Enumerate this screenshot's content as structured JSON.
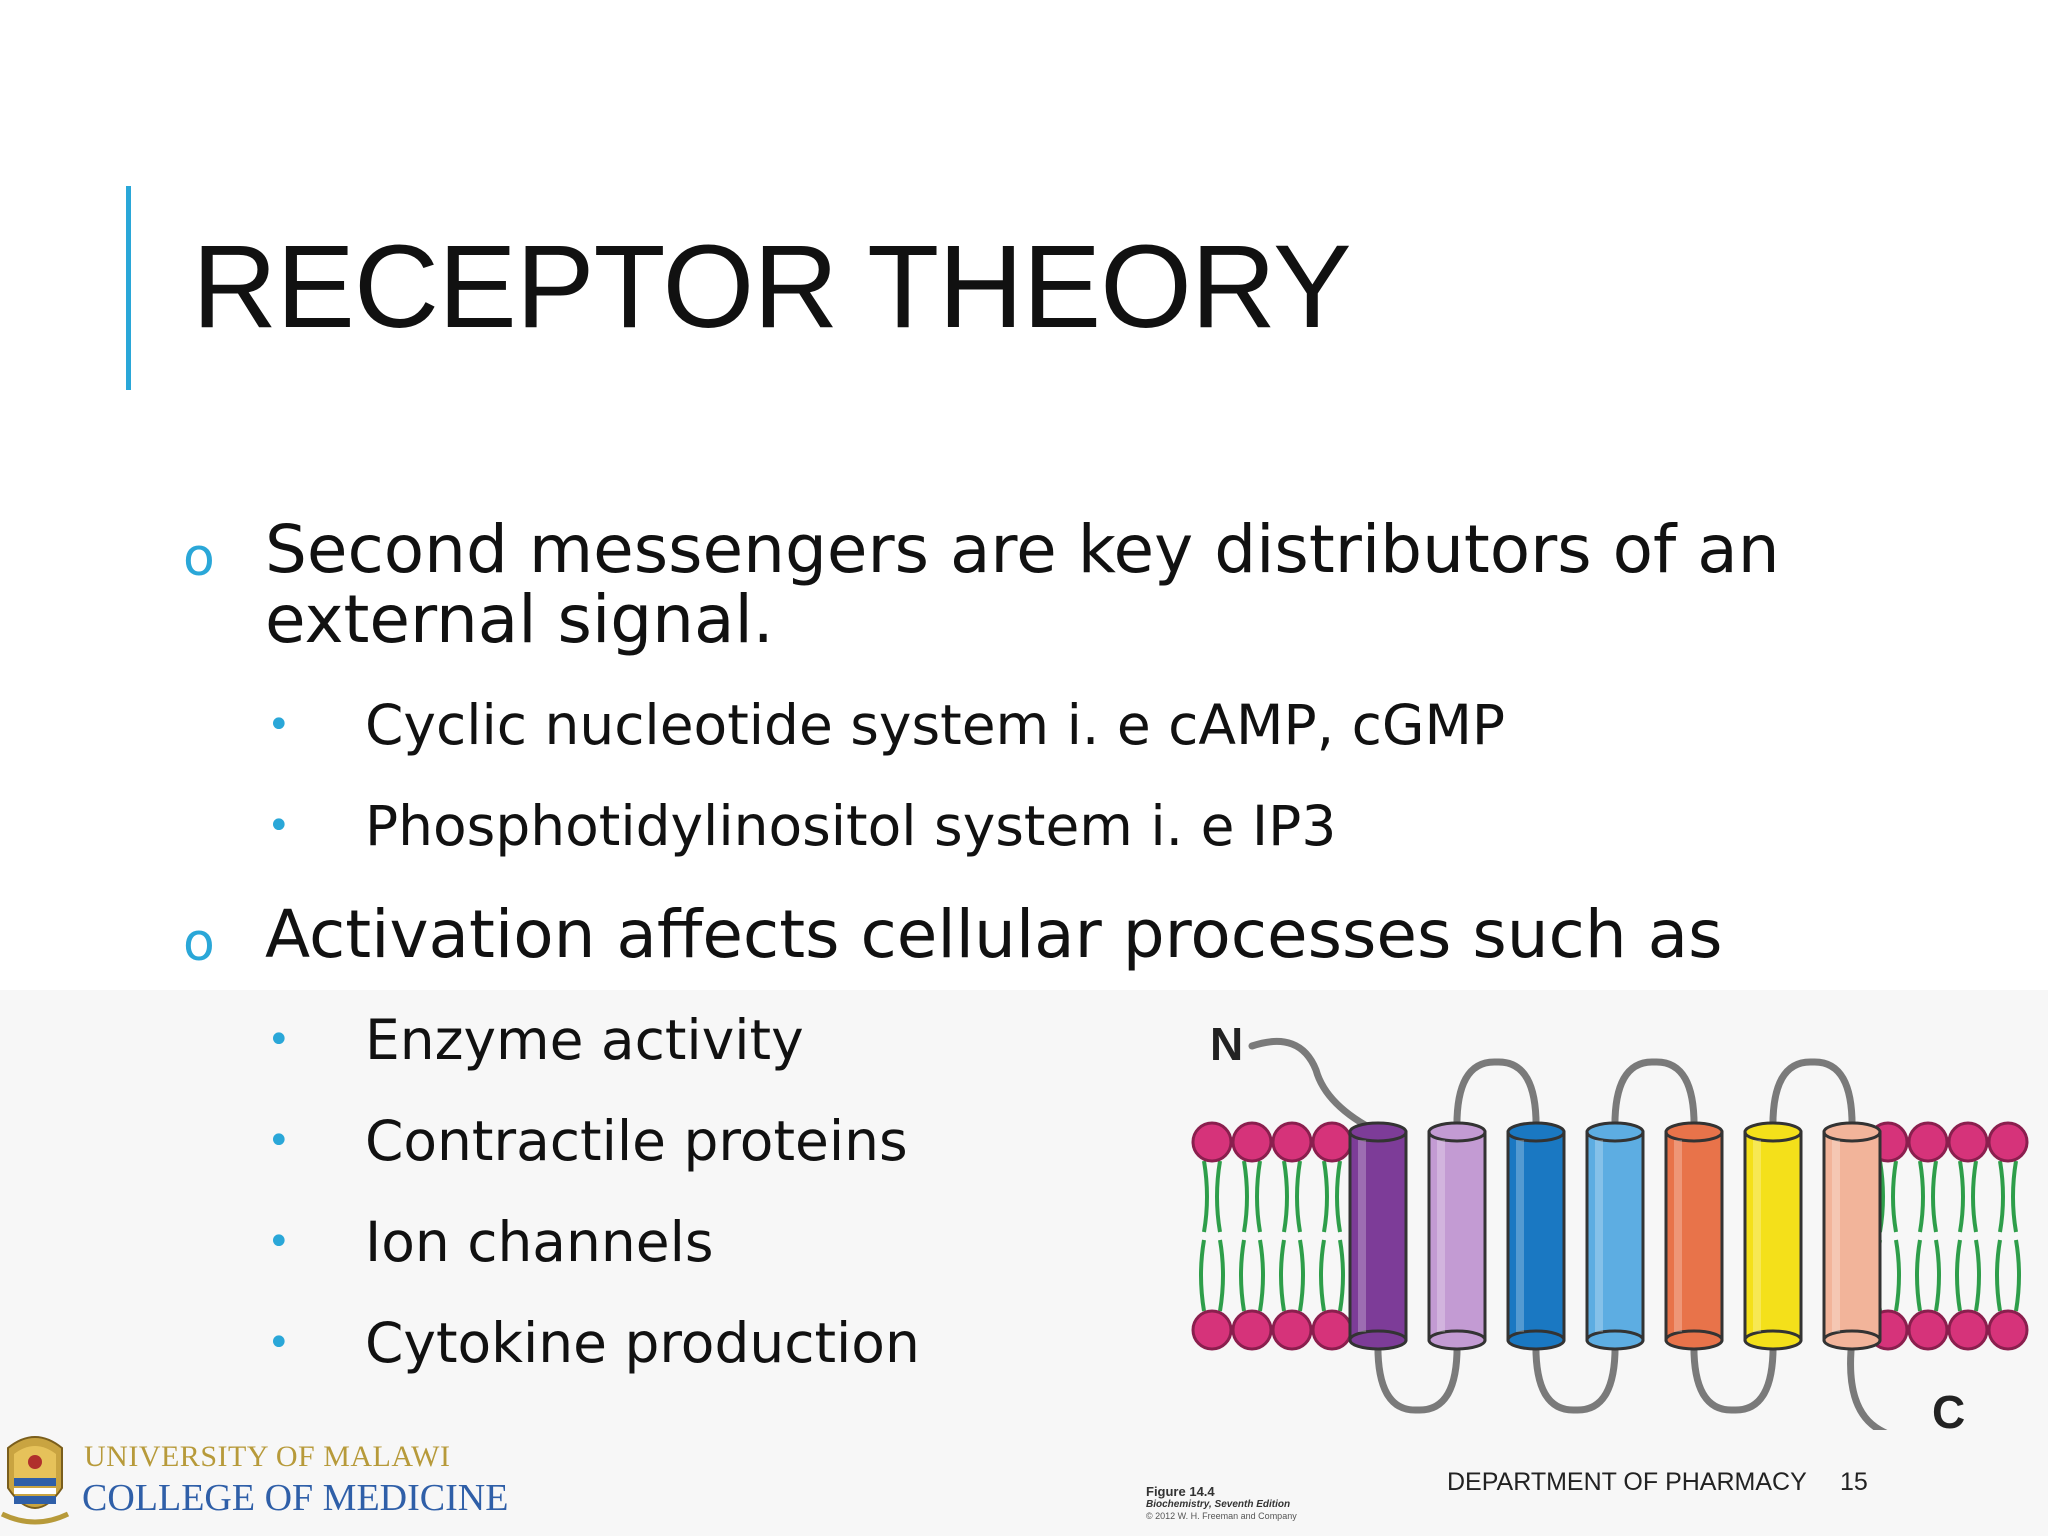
{
  "slide": {
    "title": "RECEPTOR THEORY",
    "bullets": [
      {
        "text_line1": "Second messengers are key distributors of an",
        "text_line2": "external signal."
      },
      {
        "text": "Cyclic nucleotide system i. e cAMP, cGMP"
      },
      {
        "text": "Phosphotidylinositol system i. e IP3"
      },
      {
        "text": "Activation affects cellular processes such as"
      },
      {
        "text": "Enzyme activity"
      },
      {
        "text": "Contractile proteins"
      },
      {
        "text": "Ion channels"
      },
      {
        "text": "Cytokine production"
      }
    ],
    "markers": {
      "level1": "o",
      "level2": "•"
    }
  },
  "figure": {
    "n_label": "N",
    "c_label": "C",
    "caption_title": "Figure 14.4",
    "caption_book": "Biochemistry, Seventh Edition",
    "caption_copyright": "© 2012 W. H. Freeman and Company",
    "helix_colors": [
      "#7d3c98",
      "#c39bd3",
      "#1a78c2",
      "#5dade2",
      "#e8734a",
      "#f4e01a",
      "#f2b49a"
    ],
    "head_color": "#d6337a",
    "tail_color": "#2e9e4a"
  },
  "footer": {
    "department": "DEPARTMENT OF PHARMACY",
    "page_number": "15"
  },
  "logo": {
    "line1": "UNIVERSITY OF MALAWI",
    "line2": "COLLEGE OF MEDICINE"
  },
  "colors": {
    "accent": "#2aa7d8",
    "text": "#111111"
  }
}
